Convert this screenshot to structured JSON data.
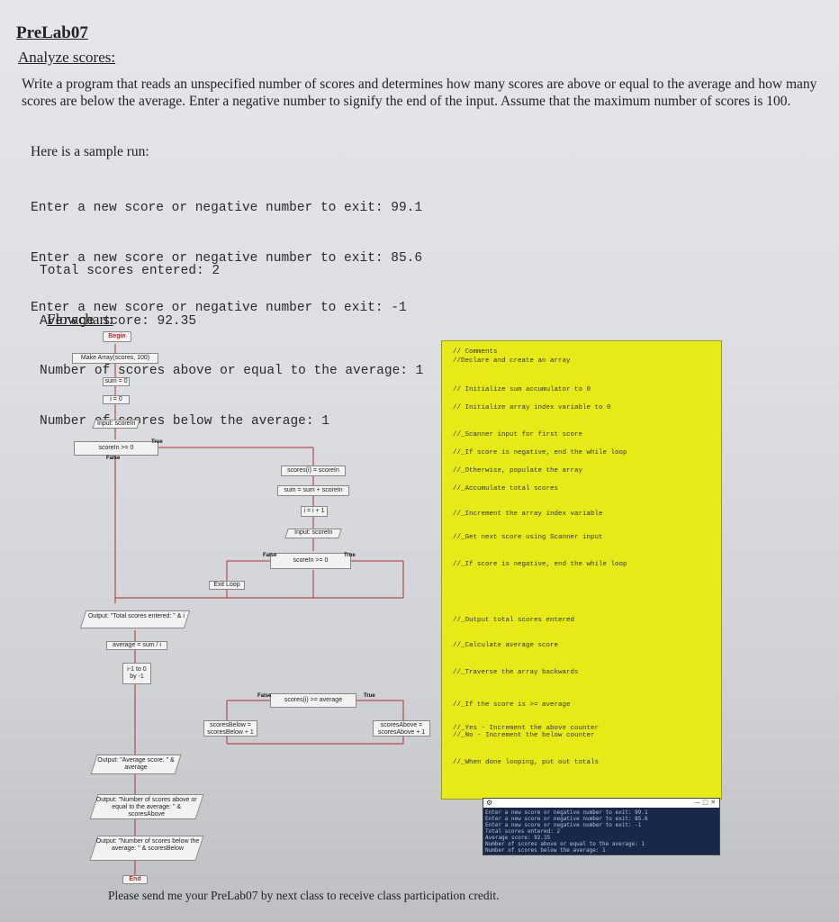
{
  "title": "PreLab07",
  "subtitle": "Analyze scores:",
  "description": "Write a program that reads an unspecified number of scores and determines how many scores are above or equal to the average and how many scores are below the average. Enter a negative number to signify the end of the input. Assume that the maximum number of scores is 100.",
  "sample_intro": "Here is a sample run:",
  "sample_input": [
    "Enter a new score or negative number to exit: 99.1",
    "Enter a new score or negative number to exit: 85.6",
    "Enter a new score or negative number to exit: -1"
  ],
  "sample_output": [
    "Total scores entered: 2",
    "Average score: 92.35",
    "Number of scores above or equal to the average: 1",
    "Number of scores below the average: 1"
  ],
  "flowchart_label": "Flowchart:",
  "flowchart": {
    "begin": "Begin",
    "make_array": "Make Array(scores, 100)",
    "sum_init": "sum = 0",
    "i_init": "i = 0",
    "input1": "Input: scoreIn",
    "cond1": "scoreIn >= 0",
    "true1": "True",
    "false1": "False",
    "assign_scores": "scores(i) = scoreIn",
    "accumulate": "sum = sum + scoreIn",
    "inc_i": "i = i + 1",
    "input2": "Input: scoreIn",
    "cond2": "scoreIn >= 0",
    "true2": "True",
    "false2": "False",
    "exit_loop": "Exit Loop",
    "output_total": "Output: \"Total scores entered: \" & i",
    "average": "average = sum / i",
    "for_loop": "i-1 to 0 by -1",
    "cond3": "scores(i) >= average",
    "true3": "True",
    "false3": "False",
    "below": "scoresBelow = scoresBelow + 1",
    "above": "scoresAbove = scoresAbove + 1",
    "output_avg": "Output: \"Average score: \" & average",
    "output_above": "Output: \"Number of scores above or equal to the average: \" & scoresAbove",
    "output_below": "Output: \"Number of scores below the average: \" & scoresBelow",
    "end": "End"
  },
  "comments": [
    "// Comments",
    "//Declare and create an array",
    "// Initialize sum accumulator to 0",
    "// Initialize array index variable to 0",
    "//_Scanner input for first score",
    "//_If score is negative, end the while loop",
    "//_Otherwise, populate the array",
    "//_Accumulate total scores",
    "//_Increment the array index variable",
    "//_Get next score using Scanner input",
    "//_If score is negative, end the while loop",
    "//_Output total scores entered",
    "//_Calculate average score",
    "//_Traverse the array backwards",
    "//_If the score is >= average",
    "//_Yes - Increment the above counter",
    "//_No - Increment the below counter",
    "//_When done looping, put out totals"
  ],
  "console": {
    "lines": [
      "Enter a new score or negative number to exit: 99.1",
      "Enter a new score or negative number to exit: 85.6",
      "Enter a new score or negative number to exit: -1",
      "Total scores entered: 2",
      "Average score: 92.35",
      "Number of scores above or equal to the average: 1",
      "Number of scores below the average: 1"
    ]
  },
  "footer": "Please send me your PreLab07 by next class to receive class participation credit.",
  "colors": {
    "highlight": "#e6ea16",
    "console_bg": "#19284a",
    "flow_line": "#b03030"
  }
}
